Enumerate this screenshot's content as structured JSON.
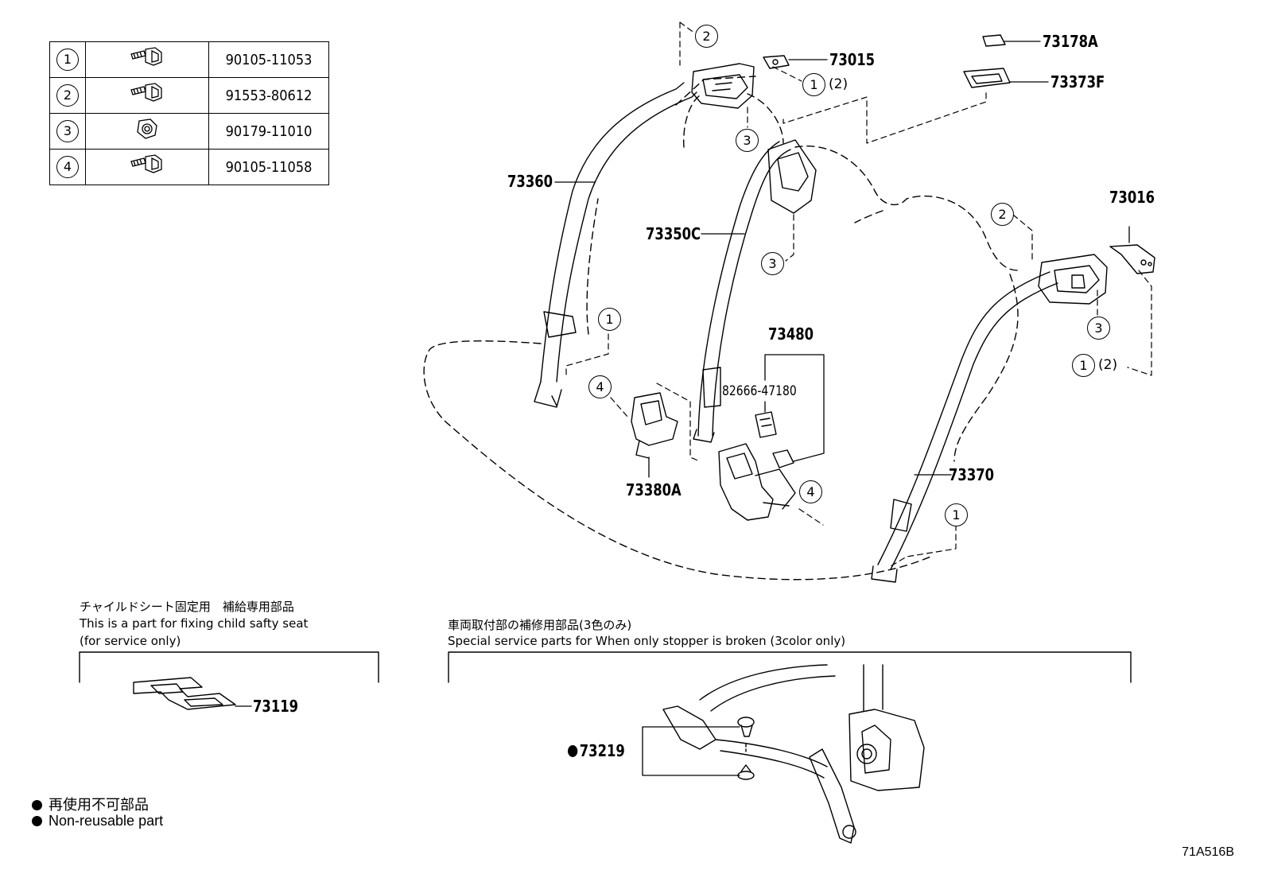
{
  "fastener_table": [
    {
      "index": "1",
      "part_no": "90105-11053",
      "icon": "bolt-icon"
    },
    {
      "index": "2",
      "part_no": "91553-80612",
      "icon": "bolt-icon"
    },
    {
      "index": "3",
      "part_no": "90179-11010",
      "icon": "nut-icon"
    },
    {
      "index": "4",
      "part_no": "90105-11058",
      "icon": "bolt-icon"
    }
  ],
  "part_labels": {
    "p73015": "73015",
    "p73178A": "73178A",
    "p73373F": "73373F",
    "p73360": "73360",
    "p73350C": "73350C",
    "p73016": "73016",
    "p73480": "73480",
    "p82666": "82666-47180",
    "p73380A": "73380A",
    "p73370": "73370",
    "p73119": "73119",
    "p73219": "73219"
  },
  "callouts": {
    "c2_top": "2",
    "c1_top": "1",
    "c1_top_paren": "(2)",
    "c3_a": "3",
    "c3_b": "3",
    "c1_left": "1",
    "c4_left": "4",
    "c2_right": "2",
    "c3_right": "3",
    "c1_right": "1",
    "c1_right_paren": "(2)",
    "c4_center": "4",
    "c1_bottom": "1"
  },
  "child_seat_note": {
    "jp": "チャイルドシート固定用　補給専用部品",
    "en1": "This is a part for fixing child safty seat",
    "en2": "(for service only)"
  },
  "special_service_note": {
    "jp": "車両取付部の補修用部品(3色のみ)",
    "en": "Special service parts for When only stopper is broken (3color only)"
  },
  "legend": {
    "jp": "再使用不可部品",
    "en": "Non-reusable part"
  },
  "diagram_code": "71A516B"
}
